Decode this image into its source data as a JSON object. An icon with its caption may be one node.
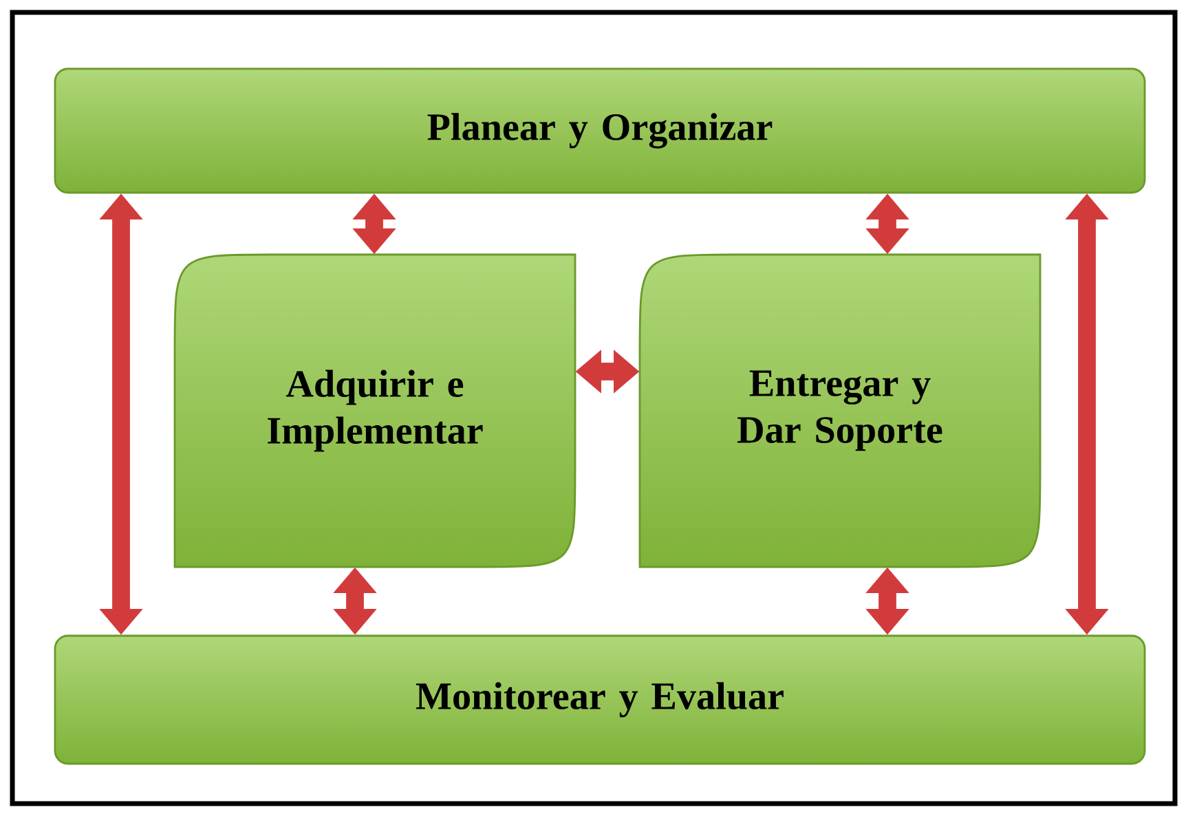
{
  "diagram": {
    "nodes": [
      {
        "text": [
          "Planear y Organizar"
        ]
      },
      {
        "text": [
          "Adquirir e Implementar"
        ]
      },
      {
        "text": [
          "Entregar y Dar Soporte"
        ]
      },
      {
        "text": [
          "Monitorear y Evaluar"
        ]
      }
    ],
    "edges": [
      {
        "from": 0,
        "to": 3,
        "arrow": "both"
      },
      {
        "from": 0,
        "to": 1,
        "arrow": "both"
      },
      {
        "from": 1,
        "to": 2,
        "arrow": "both"
      },
      {
        "from": 0,
        "to": 2,
        "arrow": "both"
      },
      {
        "from": 0,
        "to": 3,
        "arrow": "both"
      },
      {
        "from": 1,
        "to": 3,
        "arrow": "both"
      },
      {
        "from": 2,
        "to": 3,
        "arrow": "both"
      }
    ]
  }
}
